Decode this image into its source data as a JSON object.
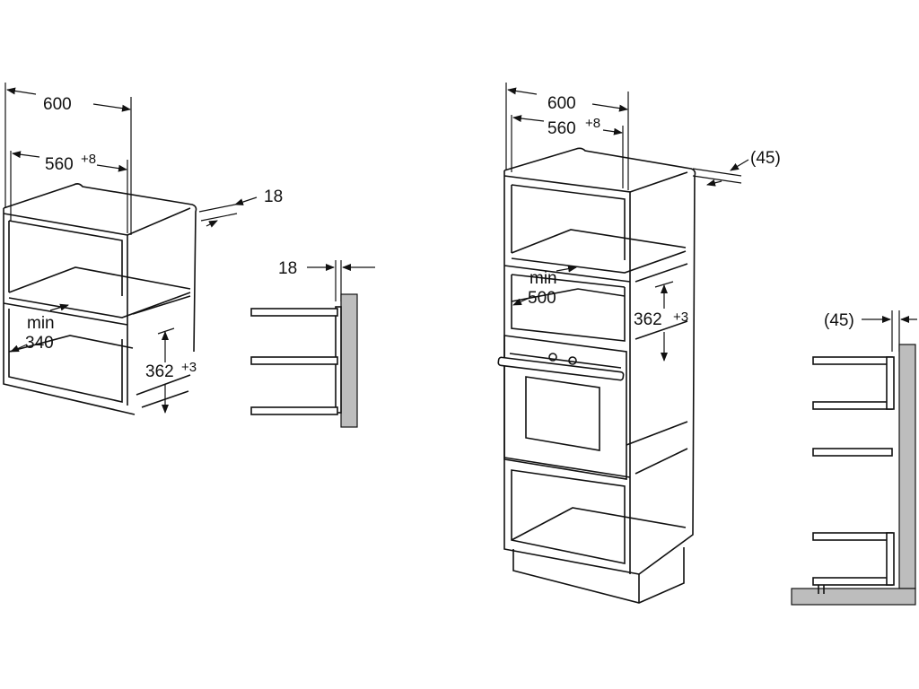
{
  "left_cabinet": {
    "width_outer": "600",
    "width_inner": "560",
    "width_tol": "+8",
    "side_thickness": "18",
    "min_label": "min",
    "min_value": "340",
    "height": "362",
    "height_tol": "+3"
  },
  "left_detail": {
    "thickness": "18"
  },
  "right_cabinet": {
    "width_outer": "600",
    "width_inner": "560",
    "width_tol": "+8",
    "gap": "(45)",
    "min_label": "min",
    "min_value": "500",
    "height": "362",
    "height_tol": "+3"
  },
  "right_detail": {
    "gap": "(45)"
  },
  "colors": {
    "line": "#111111",
    "wall": "#bdbdbd"
  }
}
